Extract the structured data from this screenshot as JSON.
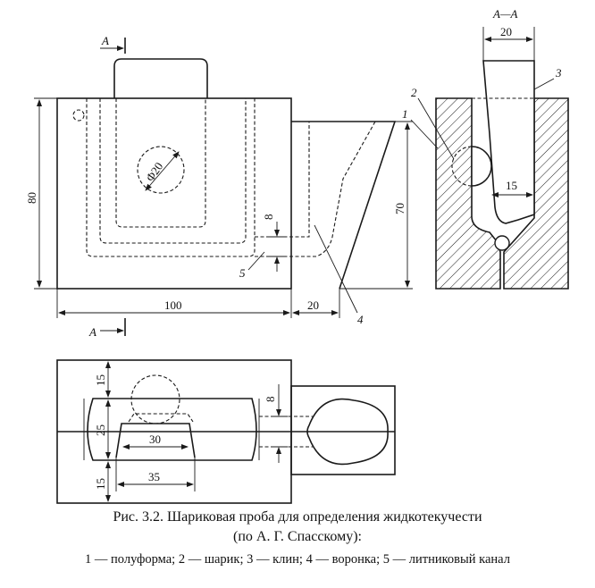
{
  "labels": {
    "section_top": "A",
    "section_bottom": "A",
    "section_view": "A—A",
    "dim_height_80": "80",
    "dim_width_100": "100",
    "dim_20_bottom": "20",
    "dim_height_70": "70",
    "dim_gap_8_front": "8",
    "dim_dia_20": "Φ20",
    "dim_wedge_20": "20",
    "dim_15_section": "15",
    "dim_15_top_plan": "15",
    "dim_25_plan": "25",
    "dim_15_bottom_plan": "15",
    "dim_30_plan": "30",
    "dim_35_plan": "35",
    "dim_gap_8_plan": "8",
    "callout_1": "1",
    "callout_2": "2",
    "callout_3": "3",
    "callout_4": "4",
    "callout_5": "5"
  },
  "caption": {
    "line1": "Рис. 3.2. Шариковая проба для определения жидкотекучести",
    "line2": "(по А. Г. Спасскому):",
    "line3": "1 — полуформа; 2 — шарик; 3 — клин; 4 — воронка; 5 — литниковый канал"
  }
}
